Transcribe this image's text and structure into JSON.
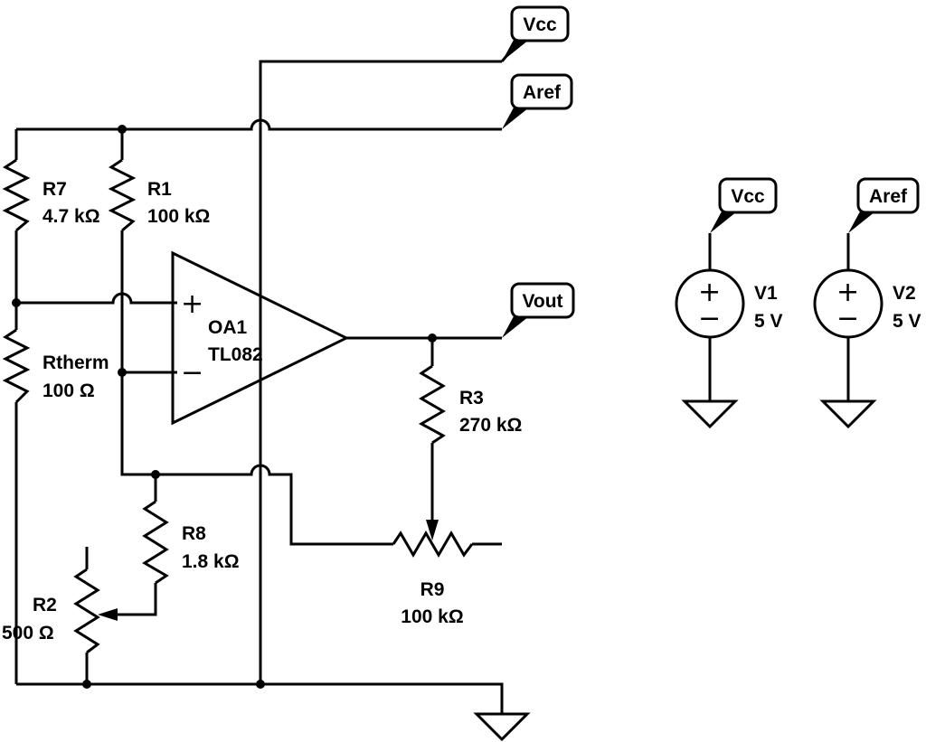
{
  "net_labels": {
    "vcc_main": "Vcc",
    "aref_main": "Aref",
    "vout": "Vout",
    "vcc_source": "Vcc",
    "aref_source": "Aref"
  },
  "opamp": {
    "name": "OA1",
    "part": "TL082",
    "plus": "+",
    "minus": "−"
  },
  "resistors": {
    "r7": {
      "name": "R7",
      "value": "4.7 kΩ"
    },
    "r1": {
      "name": "R1",
      "value": "100 kΩ"
    },
    "rtherm": {
      "name": "Rtherm",
      "value": "100 Ω"
    },
    "r3": {
      "name": "R3",
      "value": "270 kΩ"
    },
    "r8": {
      "name": "R8",
      "value": "1.8 kΩ"
    },
    "r9": {
      "name": "R9",
      "value": "100 kΩ"
    },
    "r2": {
      "name": "R2",
      "value": "500 Ω"
    }
  },
  "sources": {
    "v1": {
      "name": "V1",
      "value": "5 V",
      "plus": "+",
      "minus": "−"
    },
    "v2": {
      "name": "V2",
      "value": "5 V",
      "plus": "+",
      "minus": "−"
    }
  }
}
